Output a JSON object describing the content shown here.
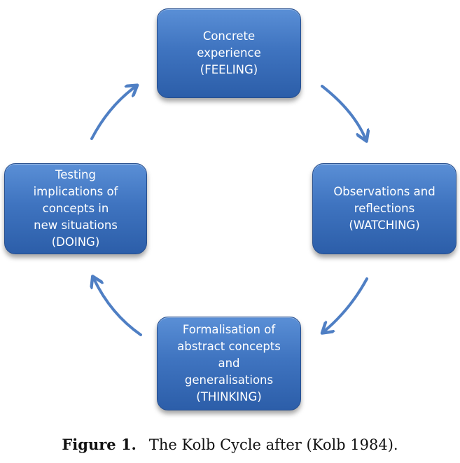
{
  "diagram": {
    "nodes": [
      {
        "id": "concrete",
        "label": "Concrete\nexperience\n(FEELING)"
      },
      {
        "id": "observe",
        "label": "Observations and\nreflections\n(WATCHING)"
      },
      {
        "id": "abstract",
        "label": "Formalisation of\nabstract concepts\nand\ngeneralisations\n(THINKING)"
      },
      {
        "id": "testing",
        "label": "Testing\nimplications of\nconcepts in\nnew situations\n(DOING)"
      }
    ],
    "edges": [
      {
        "from": "concrete",
        "to": "observe"
      },
      {
        "from": "observe",
        "to": "abstract"
      },
      {
        "from": "abstract",
        "to": "testing"
      },
      {
        "from": "testing",
        "to": "concrete"
      }
    ],
    "colors": {
      "node_fill": "#3f74c0",
      "node_border": "#274f8e",
      "node_text": "#ffffff",
      "arrow": "#4f7fc4"
    }
  },
  "caption": {
    "number": "Figure 1.",
    "text": "The Kolb Cycle after (Kolb 1984)."
  }
}
